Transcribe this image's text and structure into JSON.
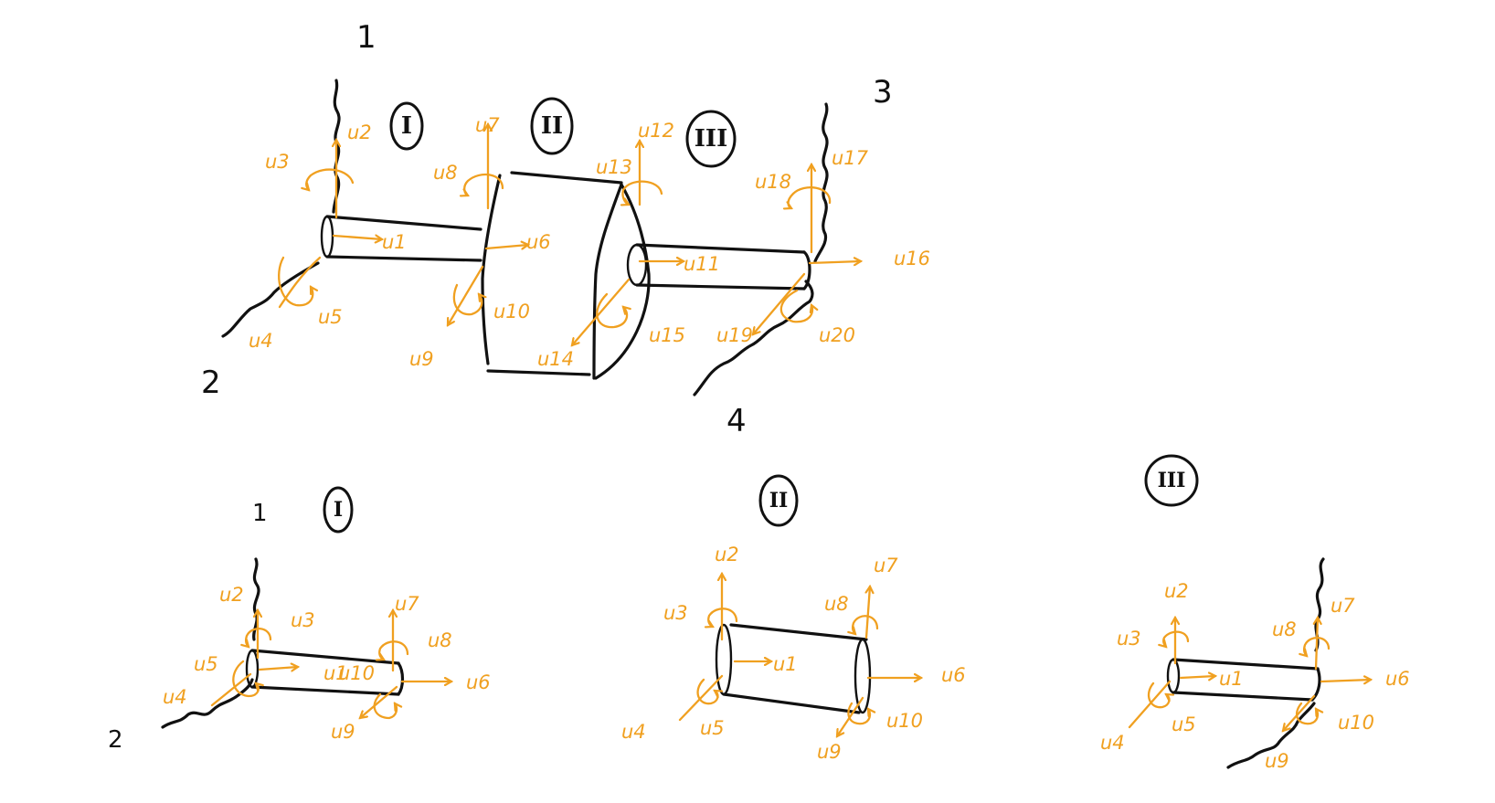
{
  "colors": {
    "ink": "#111111",
    "dof": "#f0a020",
    "background": "#ffffff"
  },
  "top": {
    "node_labels": {
      "n1": "1",
      "n2": "2",
      "n3": "3",
      "n4": "4"
    },
    "elements": {
      "e1": "I",
      "e2": "II",
      "e3": "III"
    },
    "dofs": {
      "u1": "u1",
      "u2": "u2",
      "u3": "u3",
      "u4": "u4",
      "u5": "u5",
      "u6": "u6",
      "u7": "u7",
      "u8": "u8",
      "u9": "u9",
      "u10": "u10",
      "u11": "u11",
      "u12": "u12",
      "u13": "u13",
      "u14": "u14",
      "u15": "u15",
      "u16": "u16",
      "u17": "u17",
      "u18": "u18",
      "u19": "u19",
      "u20": "u20"
    }
  },
  "sub1": {
    "node_labels": {
      "n1": "1",
      "n2": "2"
    },
    "element": "I",
    "dofs": {
      "u1": "u1",
      "u2": "u2",
      "u3": "u3",
      "u4": "u4",
      "u5": "u5",
      "u6": "u6",
      "u7": "u7",
      "u8": "u8",
      "u9": "u9",
      "u10": "u10"
    }
  },
  "sub2": {
    "element": "II",
    "dofs": {
      "u1": "u1",
      "u2": "u2",
      "u3": "u3",
      "u4": "u4",
      "u5": "u5",
      "u6": "u6",
      "u7": "u7",
      "u8": "u8",
      "u9": "u9",
      "u10": "u10"
    }
  },
  "sub3": {
    "element": "III",
    "dofs": {
      "u1": "u1",
      "u2": "u2",
      "u3": "u3",
      "u4": "u4",
      "u5": "u5",
      "u6": "u6",
      "u7": "u7",
      "u8": "u8",
      "u9": "u9",
      "u10": "u10"
    }
  }
}
